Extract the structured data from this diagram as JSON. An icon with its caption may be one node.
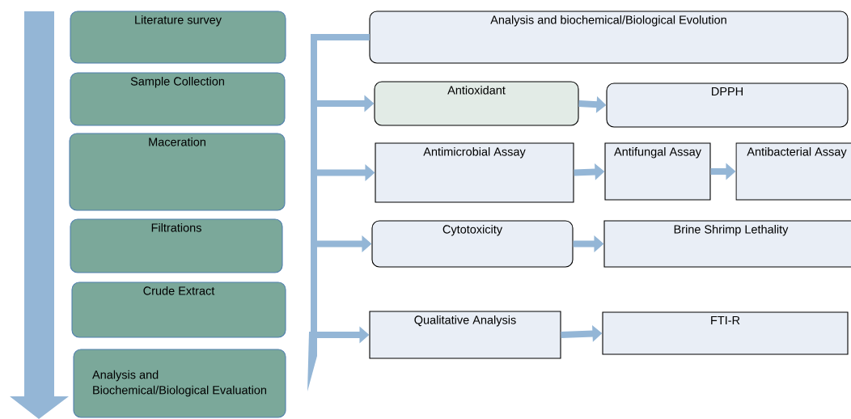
{
  "diagram": {
    "nodes": [
      {
        "text": [
          "Literature survey"
        ]
      },
      {
        "text": [
          "Sample Collection"
        ]
      },
      {
        "text": [
          "Maceration"
        ]
      },
      {
        "text": [
          "Filtrations"
        ]
      },
      {
        "text": [
          "Crude Extract"
        ]
      },
      {
        "text": [
          "Analysis and Biochemical/Biological Evaluation"
        ]
      },
      {
        "text": [
          "Analysis and biochemical/Biological Evolution"
        ]
      },
      {
        "text": [
          "Antioxidant"
        ]
      },
      {
        "text": [
          "DPPH"
        ]
      },
      {
        "text": [
          "Antimicrobial Assay"
        ]
      },
      {
        "text": [
          "Antifungal Assay"
        ]
      },
      {
        "text": [
          "Antibacterial Assay"
        ]
      },
      {
        "text": [
          "Cytotoxicity"
        ]
      },
      {
        "text": [
          "Brine Shrimp Lethality"
        ]
      },
      {
        "text": [
          "Qualitative Analysis"
        ]
      },
      {
        "text": [
          "FTI-R"
        ]
      }
    ],
    "edges": [
      {
        "from": 6,
        "to": 7,
        "arrow": "to"
      },
      {
        "from": 6,
        "to": 9,
        "arrow": "to"
      },
      {
        "from": 6,
        "to": 12,
        "arrow": "to"
      },
      {
        "from": 6,
        "to": 14,
        "arrow": "to"
      },
      {
        "from": 7,
        "to": 8,
        "arrow": "to"
      },
      {
        "from": 9,
        "to": 10,
        "arrow": "to"
      },
      {
        "from": 10,
        "to": 11,
        "arrow": "to"
      },
      {
        "from": 12,
        "to": 13,
        "arrow": "to"
      },
      {
        "from": 14,
        "to": 15,
        "arrow": "to"
      }
    ]
  }
}
